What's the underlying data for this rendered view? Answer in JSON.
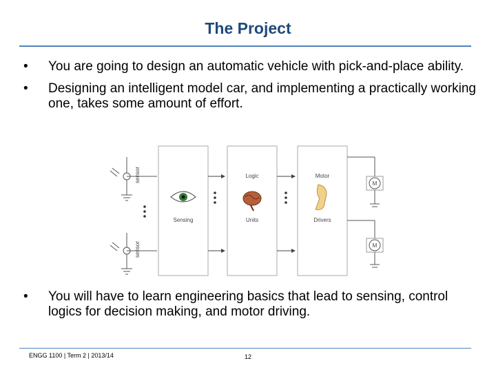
{
  "slide": {
    "title": "The Project",
    "bullets_top": [
      "You are going to design an automatic vehicle with pick-and-place ability.",
      "Designing an intelligent model car, and implementing a practically working one, takes some amount of effort."
    ],
    "bullets_bottom": [
      "You will have to learn engineering basics that lead to sensing, control logics for decision making, and motor driving."
    ],
    "bullet_char": "•"
  },
  "diagram": {
    "sensor_label": "sensor",
    "blocks": [
      {
        "top_label": "",
        "bottom_label": "Sensing",
        "icon": "eye-icon"
      },
      {
        "top_label": "Logic",
        "bottom_label": "Units",
        "icon": "brain-icon"
      },
      {
        "top_label": "Motor",
        "bottom_label": "Drivers",
        "icon": "arm-icon"
      }
    ],
    "motor_symbol": "M"
  },
  "footer": {
    "course": "ENGG 1100 | Term 2 | 2013/14",
    "page": "12"
  },
  "colors": {
    "title": "#1f497d",
    "rule": "#4f81bd"
  }
}
